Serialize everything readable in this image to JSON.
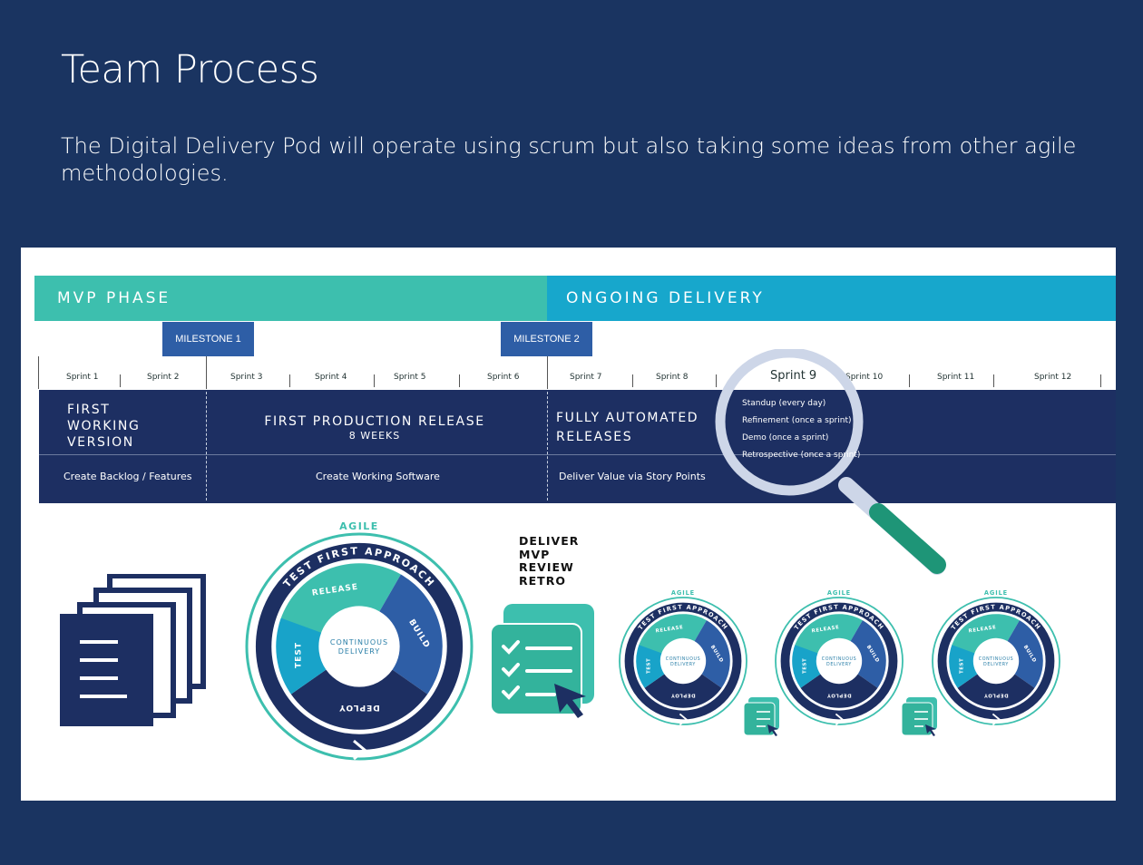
{
  "page": {
    "title": "Team Process",
    "subtitle": "The Digital Delivery Pod will operate using scrum but also taking some ideas from other agile methodologies."
  },
  "phases": {
    "mvp": "MVP PHASE",
    "ongoing": "ONGOING DELIVERY"
  },
  "milestones": [
    "MILESTONE 1",
    "MILESTONE 2"
  ],
  "sprints": [
    "Sprint 1",
    "Sprint 2",
    "Sprint 3",
    "Sprint 4",
    "Sprint 5",
    "Sprint 6",
    "Sprint 7",
    "Sprint 8",
    "Sprint 9",
    "Sprint 10",
    "Sprint 11",
    "Sprint 12"
  ],
  "stages": [
    {
      "title": "FIRST WORKING VERSION",
      "lines": [
        "FIRST",
        "WORKING",
        "VERSION"
      ],
      "detail": "Create Backlog / Features"
    },
    {
      "title": "FIRST PRODUCTION RELEASE",
      "sub": "8 WEEKS",
      "detail": "Create Working Software"
    },
    {
      "lines": [
        "FULLY AUTOMATED",
        "RELEASES"
      ],
      "detail": "Deliver Value via Story Points"
    }
  ],
  "sprint9_ceremonies": [
    "Standup (every day)",
    "Refinement (once a sprint)",
    "Demo (once a sprint)",
    "Retrospective (once a sprint)"
  ],
  "cycle": {
    "agile": "AGILE",
    "approach": "TEST FIRST APPROACH",
    "center": [
      "CONTINUOUS",
      "DELIVERY"
    ],
    "segments": [
      "RELEASE",
      "BUILD",
      "DEPLOY",
      "TEST"
    ]
  },
  "deliver_steps": [
    "DELIVER",
    "MVP",
    "REVIEW",
    "RETRO"
  ],
  "colors": {
    "background": "#1a3461",
    "mvp": "#3dbfae",
    "ongoing": "#17a7cc",
    "navy": "#1d2f62",
    "milestone": "#2e5ea6"
  }
}
